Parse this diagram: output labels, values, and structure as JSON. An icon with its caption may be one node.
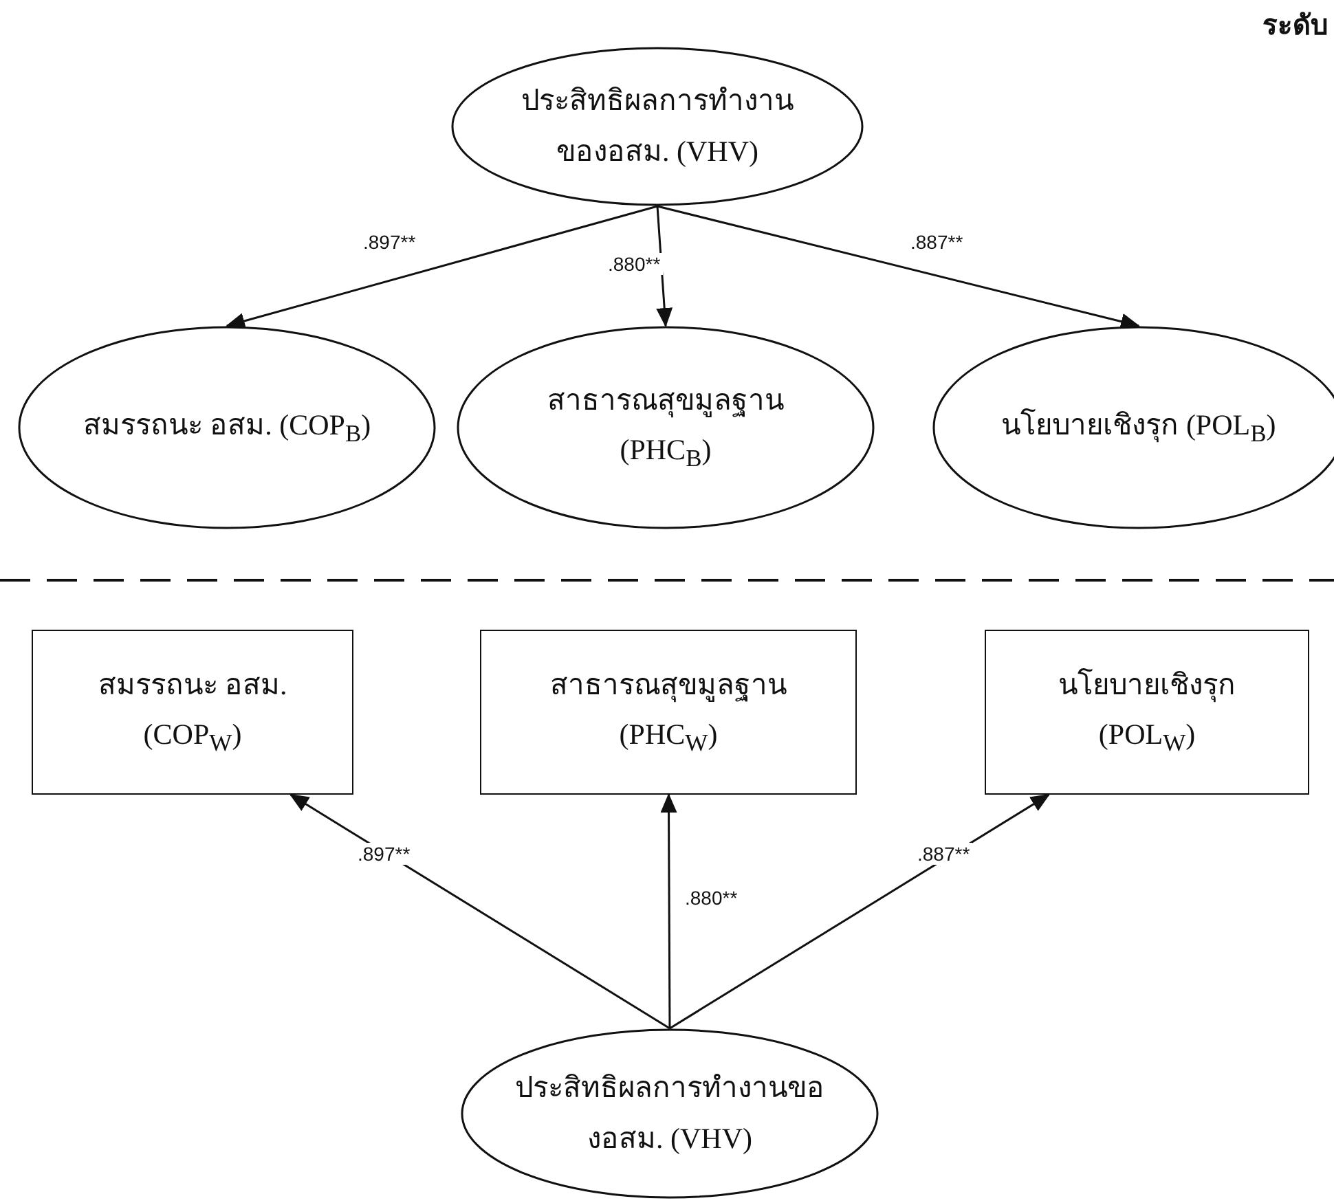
{
  "diagram": {
    "nodes": [
      {
        "text": [
          "ประสิทธิผลการทำงานของอสม. (VHV)"
        ]
      },
      {
        "text": [
          "สมรรถนะ อสม. (COP$_{B}$)"
        ]
      },
      {
        "text": [
          "สาธารณสุขมูลฐาน (PHC$_{B}$)"
        ]
      },
      {
        "text": [
          "นโยบายเชิงรุก (POL$_{B}$)"
        ]
      },
      {
        "text": [
          "สมรรถนะ อสม. (COP$_{W}$)"
        ]
      },
      {
        "text": [
          "สาธารณสุขมูลฐาน (PHC$_{W}$)"
        ]
      },
      {
        "text": [
          "นโยบายเชิงรุก (POL$_{W}$)"
        ]
      },
      {
        "text": [
          "ประสิทธิผลการทำงานของอสม. (VHV)"
        ]
      }
    ],
    "edges": [
      {
        "from": 0,
        "to": 1,
        "arrow": "to",
        "label": ".897**"
      },
      {
        "from": 0,
        "to": 2,
        "arrow": "to",
        "label": ".880**"
      },
      {
        "from": 0,
        "to": 3,
        "arrow": "to",
        "label": ".887**"
      },
      {
        "from": 7,
        "to": 4,
        "arrow": "to",
        "label": ".897**"
      },
      {
        "from": 7,
        "to": 5,
        "arrow": "to",
        "label": ".880**"
      },
      {
        "from": 7,
        "to": 6,
        "arrow": "to",
        "label": ".887**"
      }
    ],
    "labels": [
      "ระดับ"
    ]
  }
}
